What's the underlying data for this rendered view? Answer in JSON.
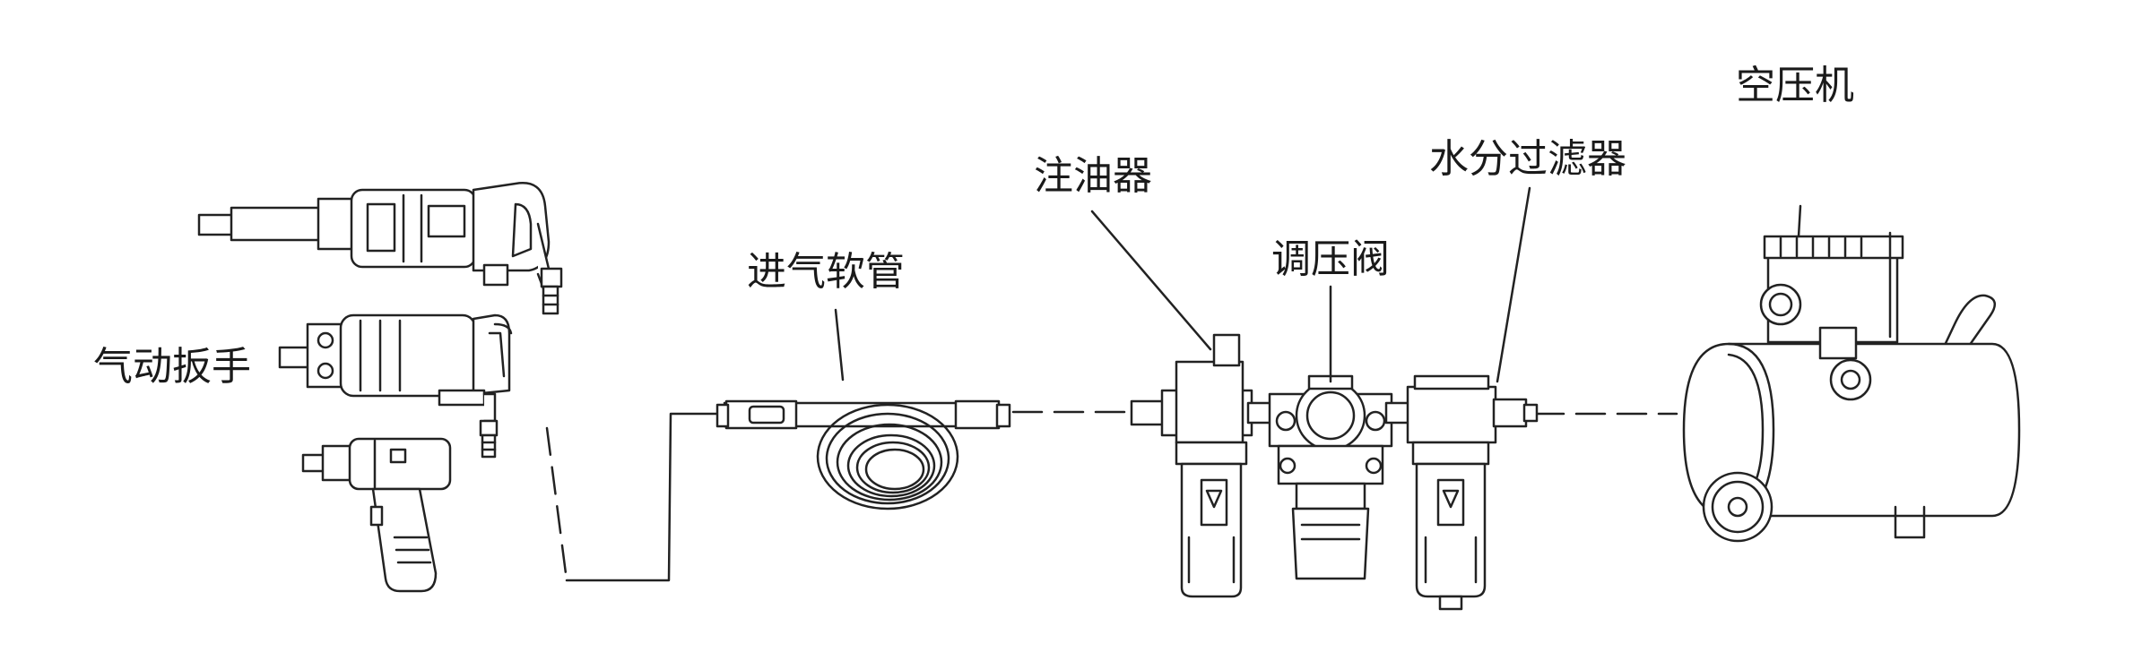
{
  "labels": {
    "wrench": "气动扳手",
    "hose": "进气软管",
    "lubricator": "注油器",
    "regulator": "调压阀",
    "filter": "水分过滤器",
    "compressor": "空压机"
  },
  "colors": {
    "line": "#222222",
    "text": "#1a1a1a",
    "fill": "#ffffff",
    "shade": "#dddddd"
  }
}
